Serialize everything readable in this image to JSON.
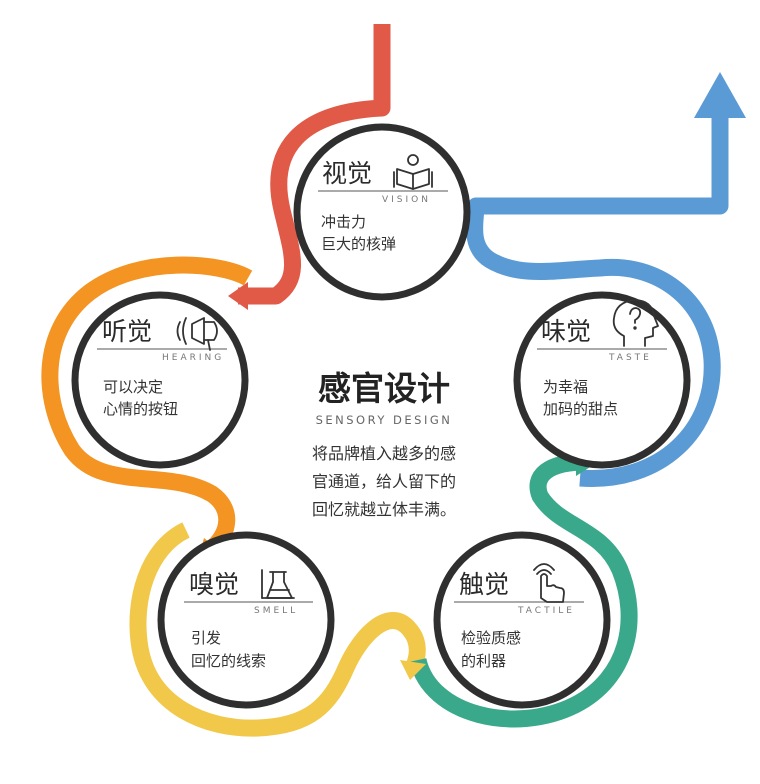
{
  "center": {
    "title": "感官设计",
    "subtitle": "SENSORY DESIGN",
    "lines": [
      "将品牌植入越多的感",
      "官通道，给人留下的",
      "回忆就越立体丰满。"
    ]
  },
  "colors": {
    "vision": "#e05a47",
    "hearing": "#f39423",
    "smell": "#f1c84a",
    "touch": "#3aa98b",
    "taste": "#5b9bd5",
    "ring": "#2f2f2f",
    "text": "#333333"
  },
  "senses": [
    {
      "key": "vision",
      "title": "视觉",
      "subtitle": "VISION",
      "icon": "reading-person-icon",
      "desc": [
        "冲击力",
        "巨大的核弹"
      ]
    },
    {
      "key": "hearing",
      "title": "听觉",
      "subtitle": "HEARING",
      "icon": "megaphone-icon",
      "desc": [
        "可以决定",
        "心情的按钮"
      ]
    },
    {
      "key": "taste",
      "title": "味觉",
      "subtitle": "TASTE",
      "icon": "thinking-head-icon",
      "desc": [
        "为幸福",
        "加码的甜点"
      ]
    },
    {
      "key": "smell",
      "title": "嗅觉",
      "subtitle": "SMELL",
      "icon": "flask-icon",
      "desc": [
        "引发",
        "回忆的线索"
      ]
    },
    {
      "key": "touch",
      "title": "触觉",
      "subtitle": "TACTILE",
      "icon": "hand-pointer-icon",
      "desc": [
        "检验质感",
        "的利器"
      ]
    }
  ]
}
